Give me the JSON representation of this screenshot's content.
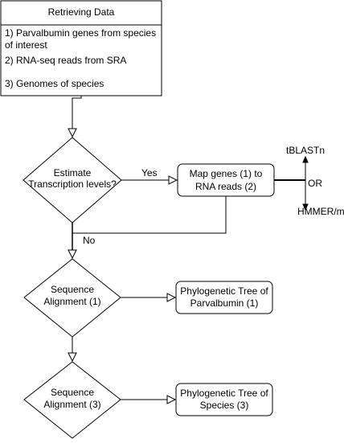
{
  "retrieve": {
    "title": "Retrieving Data",
    "item1_line1": "1) Parvalbumin genes from species",
    "item1_line2": "of interest",
    "item2": "2) RNA-seq reads from SRA",
    "item3": "3) Genomes of species"
  },
  "decision": {
    "line1": "Estimate",
    "line2": "Transcription levels?",
    "yes": "Yes",
    "no": "No"
  },
  "map_genes": {
    "line1": "Map genes (1) to",
    "line2": "RNA reads (2)"
  },
  "tools": {
    "top": "tBLASTn",
    "or": "OR",
    "bottom": "HMMER/mmseqs"
  },
  "align1": {
    "line1": "Sequence",
    "line2": "Alignment (1)"
  },
  "tree1": {
    "line1": "Phylogenetic Tree of",
    "line2": "Parvalbumin (1)"
  },
  "align3": {
    "line1": "Sequence",
    "line2": "Alignment (3)"
  },
  "tree3": {
    "line1": "Phylogenetic Tree of",
    "line2": "Species (3)"
  }
}
